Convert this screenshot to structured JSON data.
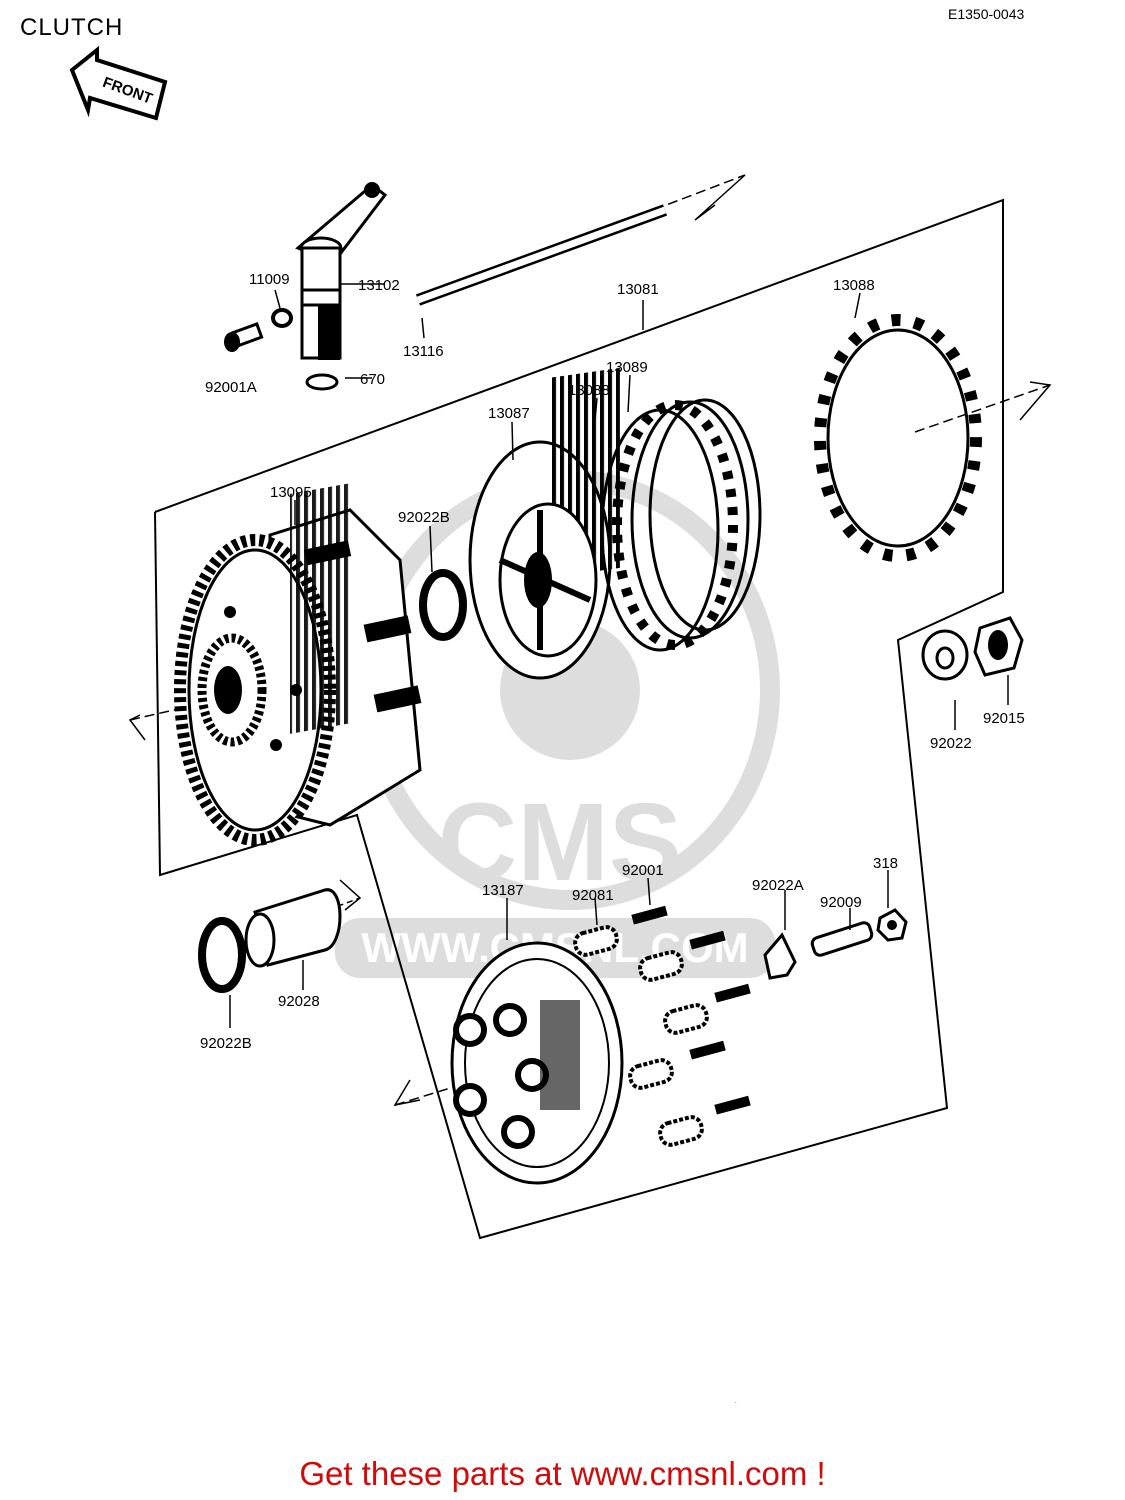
{
  "header": {
    "title": "CLUTCH",
    "reference": "E1350-0043"
  },
  "front_marker": {
    "label": "FRONT"
  },
  "watermark": {
    "brand": "CMS",
    "url": "WWW.CMSNL.COM"
  },
  "parts": {
    "p11009": "11009",
    "p13102": "13102",
    "p92001A": "92001A",
    "p670": "670",
    "p13116": "13116",
    "p13081": "13081",
    "p13088_top": "13088",
    "p13089": "13089",
    "p13088_mid": "13088",
    "p13087": "13087",
    "p13095": "13095",
    "p92022B_top": "92022B",
    "p92022": "92022",
    "p92015": "92015",
    "p13187": "13187",
    "p92081": "92081",
    "p92001": "92001",
    "p92022A": "92022A",
    "p318": "318",
    "p92009": "92009",
    "p92028": "92028",
    "p92022B_bot": "92022B"
  },
  "footer": {
    "text": "Get these parts at www.cmsnl.com !",
    "color": "#d10a0a"
  }
}
